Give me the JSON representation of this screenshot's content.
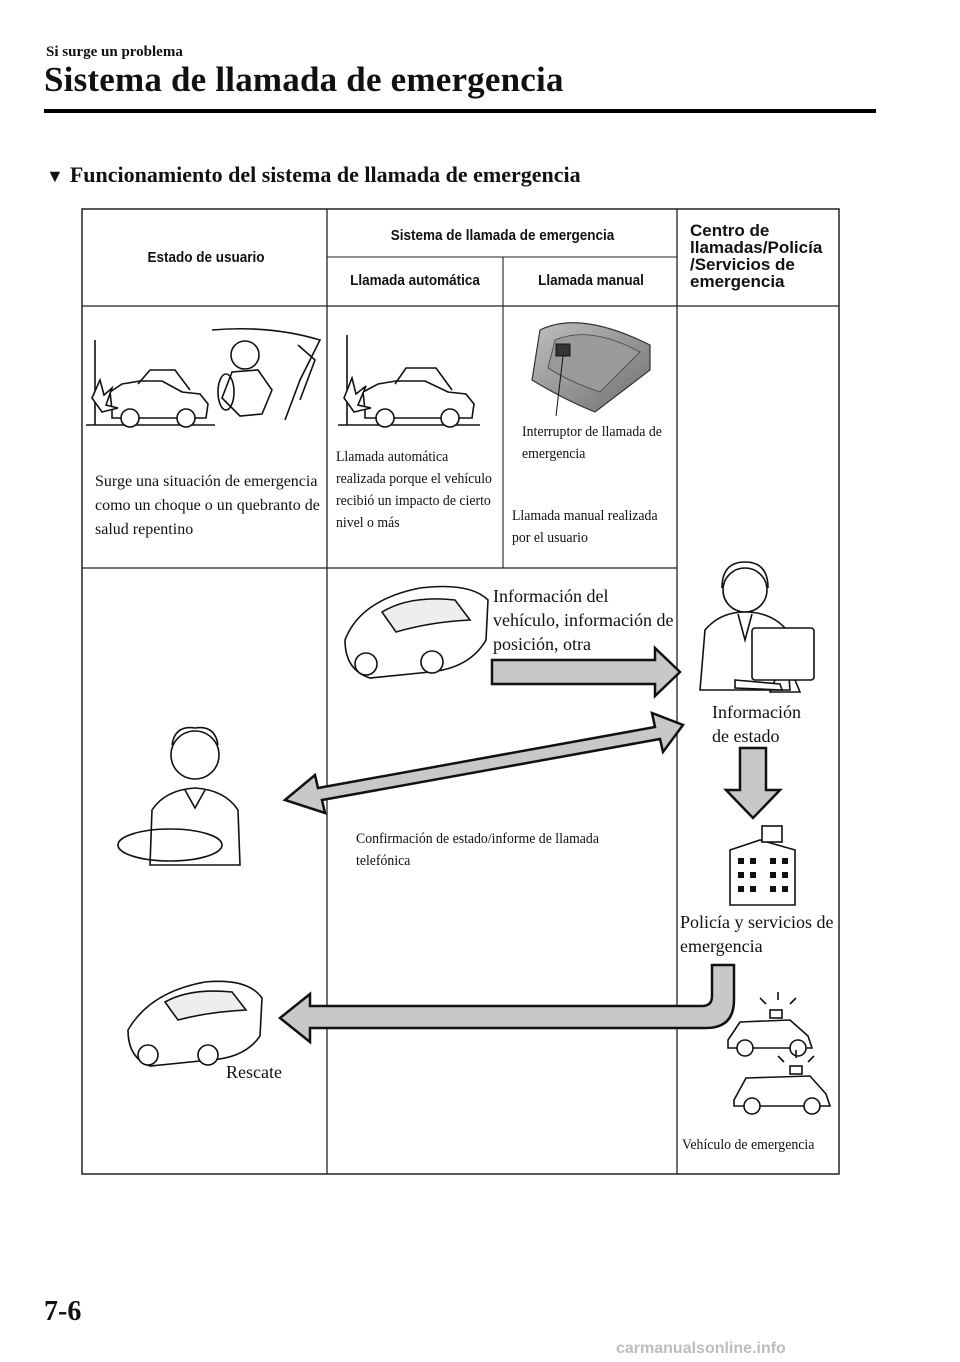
{
  "header": {
    "breadcrumb": "Si surge un problema",
    "title": "Sistema de llamada de emergencia"
  },
  "section": {
    "heading_marker": "▼",
    "heading": "Funcionamiento del sistema de llamada de emergencia"
  },
  "table": {
    "col_user": "Estado de usuario",
    "col_system": "Sistema de llamada de emergencia",
    "col_auto": "Llamada automática",
    "col_manual": "Llamada manual",
    "col_center": "Centro de llamadas/Policía /Servicios de emergencia",
    "row1": {
      "user_text": "Surge una situación de emergencia como un choque o un quebranto de salud repentino",
      "auto_text": "Llamada automática realizada porque el vehículo recibió un impacto de cierto nivel o más",
      "switch_label": "Interruptor de llamada de emergencia",
      "manual_text": "Llamada manual realizada por el usuario"
    },
    "row2": {
      "vehicle_info": "Información del vehículo, información de posición, otra",
      "status_info": "Información de estado",
      "confirmation": "Confirmación de estado/informe de llamada telefónica",
      "police_services": "Policía y servicios de emergencia",
      "rescue": "Rescate",
      "emergency_vehicle": "Vehículo de emergencia"
    }
  },
  "footer": {
    "page_number": "7-6",
    "watermark": "carmanualsonline.info"
  }
}
